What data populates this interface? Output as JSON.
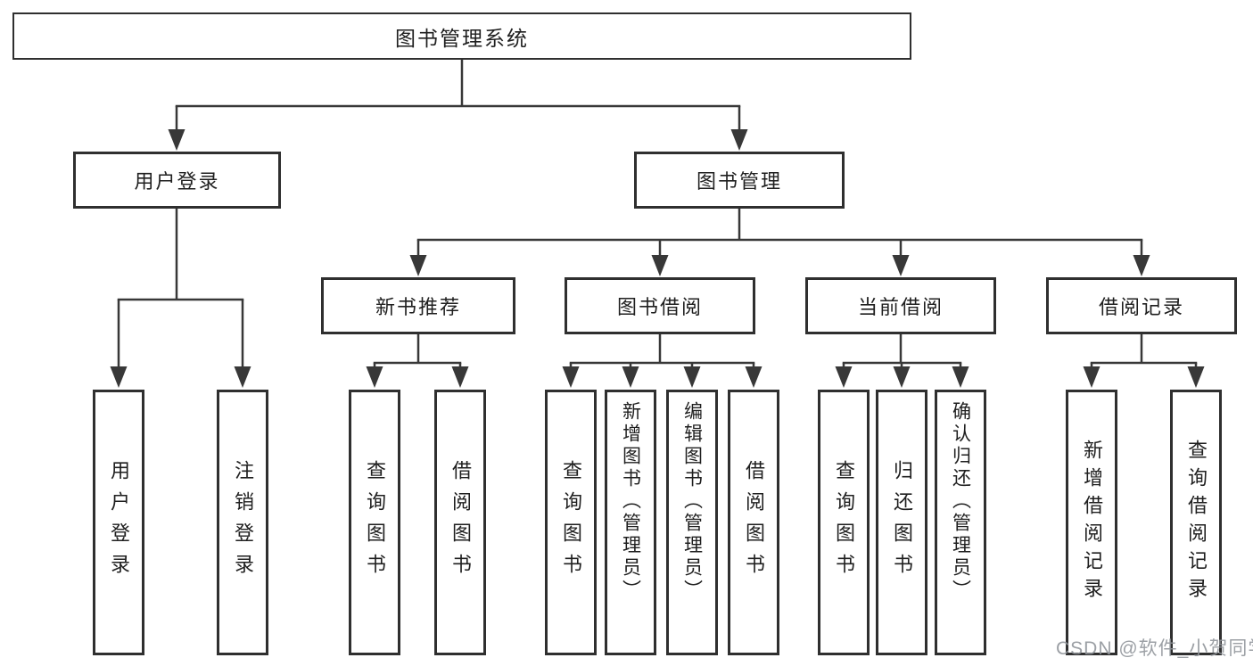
{
  "watermark": "CSDN @软件_小贺同学",
  "colors": {
    "line": "#383838",
    "border": "#2f2f2f",
    "text": "#1f1f1f",
    "background": "#ffffff",
    "watermark": "#9196a0"
  },
  "diagram": {
    "type": "hierarchy-tree",
    "root": {
      "label": "图书管理系统",
      "children": [
        {
          "label": "用户登录",
          "children": [
            {
              "label": "用户登录"
            },
            {
              "label": "注销登录"
            }
          ]
        },
        {
          "label": "图书管理",
          "children": [
            {
              "label": "新书推荐",
              "children": [
                {
                  "label": "查询图书"
                },
                {
                  "label": "借阅图书"
                }
              ]
            },
            {
              "label": "图书借阅",
              "children": [
                {
                  "label": "查询图书"
                },
                {
                  "label": "新增图书（管理员）"
                },
                {
                  "label": "编辑图书（管理员）"
                },
                {
                  "label": "借阅图书"
                }
              ]
            },
            {
              "label": "当前借阅",
              "children": [
                {
                  "label": "查询图书"
                },
                {
                  "label": "归还图书"
                },
                {
                  "label": "确认归还（管理员）"
                }
              ]
            },
            {
              "label": "借阅记录",
              "children": [
                {
                  "label": "新增借阅记录"
                },
                {
                  "label": "查询借阅记录"
                }
              ]
            }
          ]
        }
      ]
    }
  }
}
